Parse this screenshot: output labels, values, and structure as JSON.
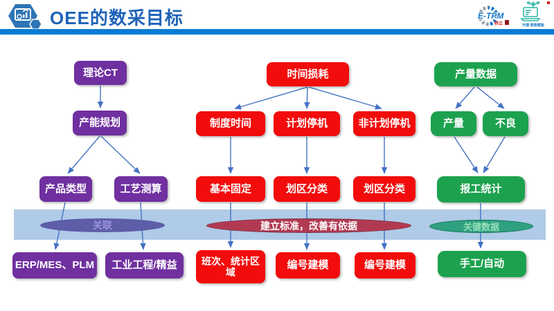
{
  "header": {
    "title": "OEE的数采目标",
    "accent_color": "#0B7BD4",
    "title_color": "#1E63B8",
    "etpm_logo": {
      "text": "E-TPM",
      "sub": "特立"
    },
    "digi_logo": {
      "text": "开源·数智赋能"
    }
  },
  "colors": {
    "purple_box": "#7030A0",
    "red_box": "#F20C0C",
    "green_box": "#1CA24E",
    "band": "#AFCBE7",
    "purple_ellipse": "#5D5DA8",
    "red_ellipse": "#B13A52",
    "green_ellipse": "#2FA080",
    "arrow": "#4472C4"
  },
  "diagram": {
    "capacity": {
      "l1": "理论CT",
      "l2": "产能规划",
      "l3a": "产品类型",
      "l3b": "工艺测算",
      "ellipse": "关联",
      "l4a": "ERP/MES、PLM",
      "l4b": "工业工程/精益"
    },
    "time": {
      "l1": "时间损耗",
      "l2a": "制度时间",
      "l2b": "计划停机",
      "l2c": "非计划停机",
      "l3a": "基本固定",
      "l3b": "划区分类",
      "l3c": "划区分类",
      "ellipse": "建立标准，改善有依据",
      "l4a": "班次、统计区域",
      "l4b": "编号建模",
      "l4c": "编号建模"
    },
    "output": {
      "l1": "产量数据",
      "l2a": "产量",
      "l2b": "不良",
      "l3": "报工统计",
      "ellipse": "关键数据",
      "l4": "手工/自动"
    }
  }
}
